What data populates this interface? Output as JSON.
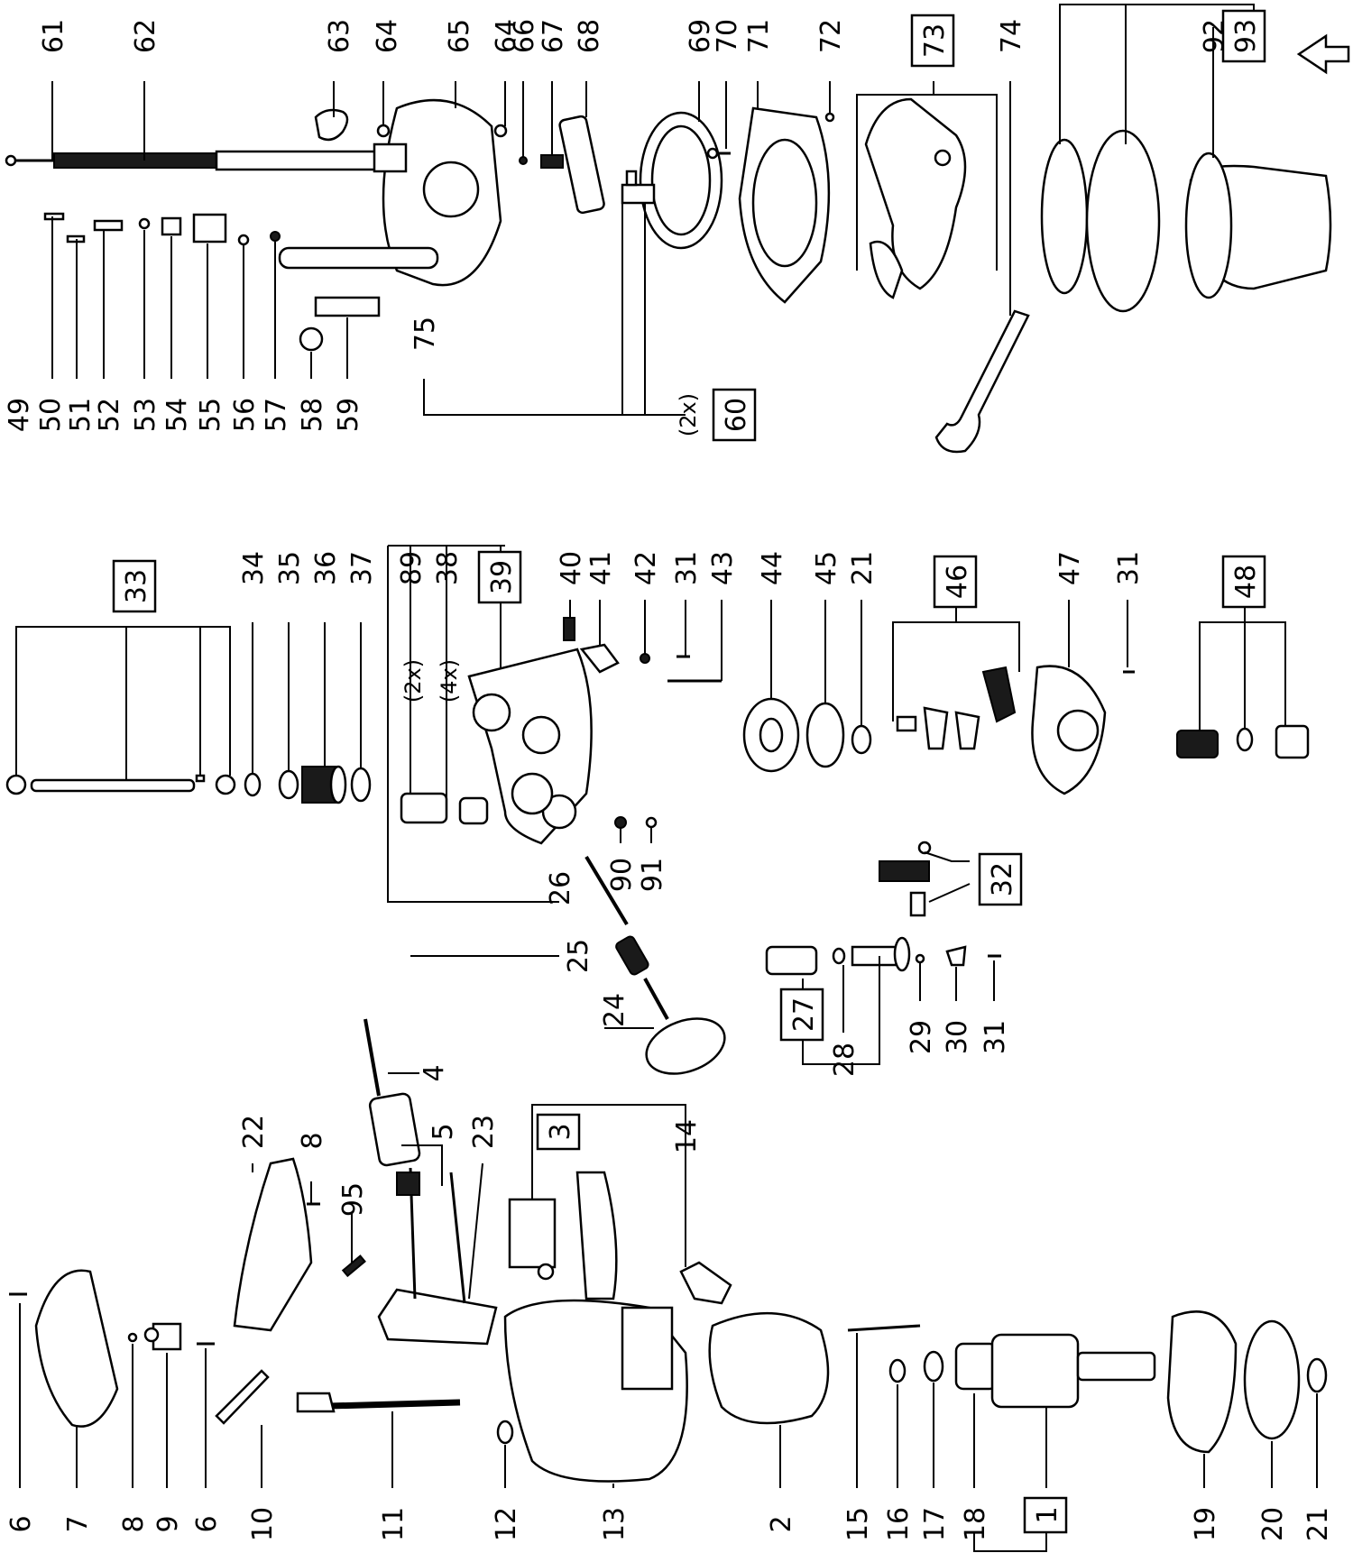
{
  "diagram": {
    "callouts": [
      {
        "text": "61",
        "box": false
      },
      {
        "text": "62",
        "box": false
      },
      {
        "text": "63",
        "box": false
      },
      {
        "text": "64",
        "box": false
      },
      {
        "text": "65",
        "box": false
      },
      {
        "text": "64",
        "box": false
      },
      {
        "text": "66",
        "box": false
      },
      {
        "text": "67",
        "box": false
      },
      {
        "text": "68",
        "box": false
      },
      {
        "text": "69",
        "box": false
      },
      {
        "text": "70",
        "box": false
      },
      {
        "text": "71",
        "box": false
      },
      {
        "text": "72",
        "box": false
      },
      {
        "text": "73",
        "box": true
      },
      {
        "text": "74",
        "box": false
      },
      {
        "text": "92",
        "box": false
      },
      {
        "text": "93",
        "box": true
      },
      {
        "text": "49",
        "box": false
      },
      {
        "text": "50",
        "box": false
      },
      {
        "text": "51",
        "box": false
      },
      {
        "text": "52",
        "box": false
      },
      {
        "text": "53",
        "box": false
      },
      {
        "text": "54",
        "box": false
      },
      {
        "text": "55",
        "box": false
      },
      {
        "text": "56",
        "box": false
      },
      {
        "text": "57",
        "box": false
      },
      {
        "text": "58",
        "box": false
      },
      {
        "text": "59",
        "box": false
      },
      {
        "text": "75",
        "box": false
      },
      {
        "text": "(2x)",
        "box": false
      },
      {
        "text": "60",
        "box": true
      },
      {
        "text": "33",
        "box": true
      },
      {
        "text": "34",
        "box": false
      },
      {
        "text": "35",
        "box": false
      },
      {
        "text": "36",
        "box": false
      },
      {
        "text": "37",
        "box": false
      },
      {
        "text": "89",
        "box": false
      },
      {
        "text": "38",
        "box": false
      },
      {
        "text": "39",
        "box": true
      },
      {
        "text": "(2x)",
        "box": false
      },
      {
        "text": "(4x)",
        "box": false
      },
      {
        "text": "40",
        "box": false
      },
      {
        "text": "41",
        "box": false
      },
      {
        "text": "42",
        "box": false
      },
      {
        "text": "31",
        "box": false
      },
      {
        "text": "43",
        "box": false
      },
      {
        "text": "44",
        "box": false
      },
      {
        "text": "45",
        "box": false
      },
      {
        "text": "21",
        "box": false
      },
      {
        "text": "46",
        "box": true
      },
      {
        "text": "47",
        "box": false
      },
      {
        "text": "31",
        "box": false
      },
      {
        "text": "48",
        "box": true
      },
      {
        "text": "90",
        "box": false
      },
      {
        "text": "91",
        "box": false
      },
      {
        "text": "26",
        "box": false
      },
      {
        "text": "25",
        "box": false
      },
      {
        "text": "24",
        "box": false
      },
      {
        "text": "32",
        "box": true
      },
      {
        "text": "27",
        "box": true
      },
      {
        "text": "28",
        "box": false
      },
      {
        "text": "29",
        "box": false
      },
      {
        "text": "30",
        "box": false
      },
      {
        "text": "31",
        "box": false
      },
      {
        "text": "4",
        "box": false
      },
      {
        "text": "5",
        "box": false
      },
      {
        "text": "22",
        "box": false
      },
      {
        "text": "8",
        "box": false
      },
      {
        "text": "95",
        "box": false
      },
      {
        "text": "23",
        "box": false
      },
      {
        "text": "3",
        "box": true
      },
      {
        "text": "14",
        "box": false
      },
      {
        "text": "6",
        "box": false
      },
      {
        "text": "7",
        "box": false
      },
      {
        "text": "8",
        "box": false
      },
      {
        "text": "9",
        "box": false
      },
      {
        "text": "6",
        "box": false
      },
      {
        "text": "10",
        "box": false
      },
      {
        "text": "11",
        "box": false
      },
      {
        "text": "12",
        "box": false
      },
      {
        "text": "13",
        "box": false
      },
      {
        "text": "2",
        "box": false
      },
      {
        "text": "15",
        "box": false
      },
      {
        "text": "16",
        "box": false
      },
      {
        "text": "17",
        "box": false
      },
      {
        "text": "18",
        "box": false
      },
      {
        "text": "1",
        "box": true
      },
      {
        "text": "19",
        "box": false
      },
      {
        "text": "20",
        "box": false
      },
      {
        "text": "21",
        "box": false
      }
    ]
  }
}
